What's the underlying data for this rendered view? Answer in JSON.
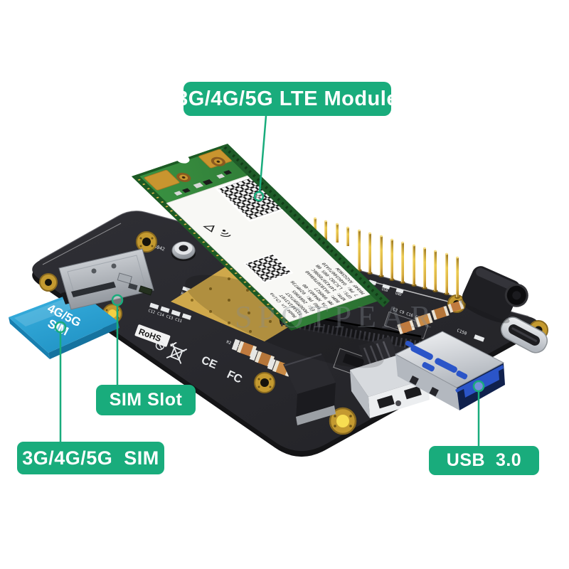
{
  "watermark": "SPOTPEAR",
  "colors": {
    "accent_green": "#19AC7C",
    "board_black": "#29292E",
    "module_pcb_green": "#2F8038",
    "sim_blue": "#2FA7D8",
    "usb_blue": "#2B55C8",
    "gold": "#D2A63C"
  },
  "callouts": {
    "lte_module": "3G/4G/5G LTE Module",
    "sim_slot": "SIM Slot",
    "sim_card": "3G/4G/5G  SIM",
    "usb": "USB  3.0"
  },
  "sim_card_print": {
    "line1": "4G/5G",
    "line2": "SIM"
  },
  "silkscreen": {
    "rohs": "RoHS",
    "check": "✓",
    "ce": "CE",
    "fcc": "FC",
    "standoff_ref": "3042",
    "refs_row1": "C12 C14 C13 C11",
    "refs_row2": "R17 R19 R14",
    "refs_caps_a": "R2 R11 C1 C2 C4",
    "refs_caps_b": "C3 C9 C16 C19",
    "ref_usbc": "C150",
    "pin_labels": [
      "GND",
      "VCC",
      "USB",
      "GND"
    ]
  },
  "module_label": {
    "lines": [
      "Made in China",
      "T15A01X3Y0T",
      "MODEM5M7X5T",
      "EC: 2666905",
      "FRU PN: 02HM736",
      "7A XM4A03-00",
      "MM 990927",
      "BOM: HA1B30T69HA0",
      "WFM: 14F43978996C",
      "GPS: L3C382-005 0B",
      "7 PN: OA8G5007UA10",
      "MA94F AX2G5NGW"
    ]
  }
}
